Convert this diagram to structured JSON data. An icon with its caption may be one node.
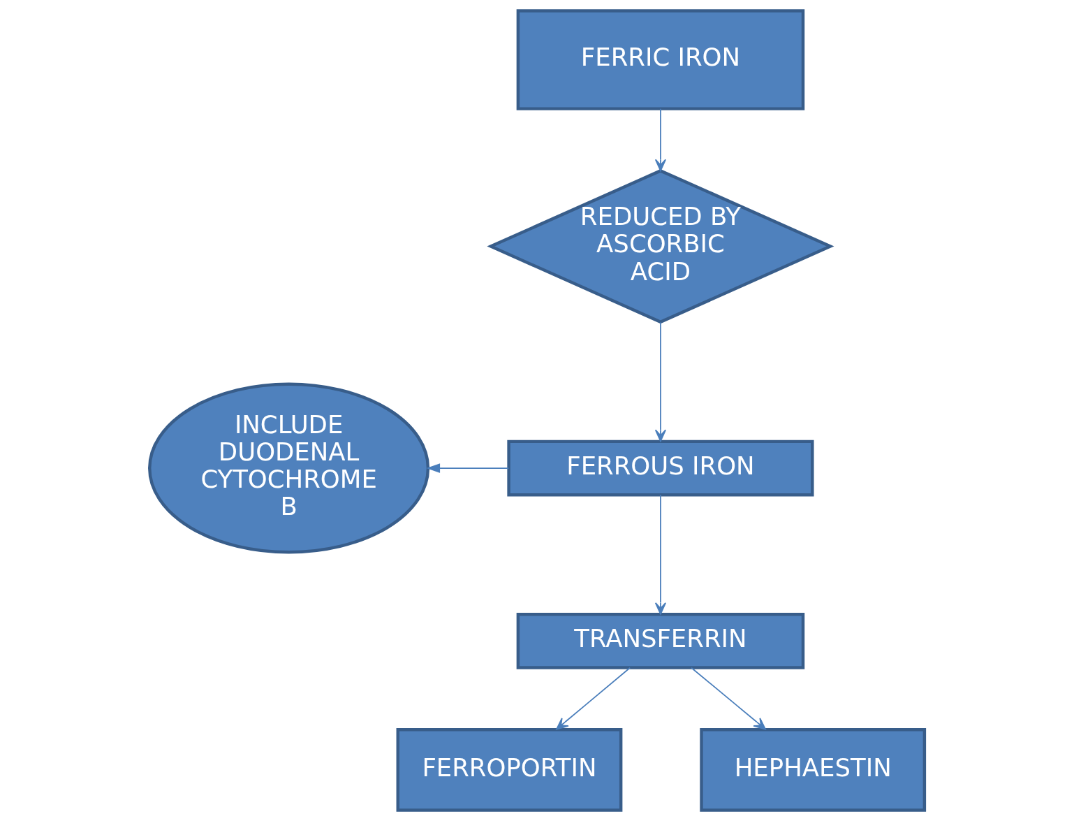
{
  "diagram": {
    "nodes": [
      {
        "text": [
          "FERRIC IRON"
        ]
      },
      {
        "text": [
          "REDUCED BY ASCORBIC ACID"
        ]
      },
      {
        "text": [
          "INCLUDE DUODENAL CYTOCHROME B"
        ]
      },
      {
        "text": [
          "FERROUS IRON"
        ]
      },
      {
        "text": [
          "TRANSFERRIN"
        ]
      },
      {
        "text": [
          "FERROPORTIN"
        ]
      },
      {
        "text": [
          "HEPHAESTIN"
        ]
      }
    ],
    "edges": [
      {
        "from": 0,
        "to": 1,
        "arrow": "to"
      },
      {
        "from": 1,
        "to": 3,
        "arrow": "to"
      },
      {
        "from": 3,
        "to": 2,
        "arrow": "to"
      },
      {
        "from": 3,
        "to": 4,
        "arrow": "to"
      },
      {
        "from": 4,
        "to": 5,
        "arrow": "to"
      },
      {
        "from": 4,
        "to": 6,
        "arrow": "to"
      }
    ]
  }
}
